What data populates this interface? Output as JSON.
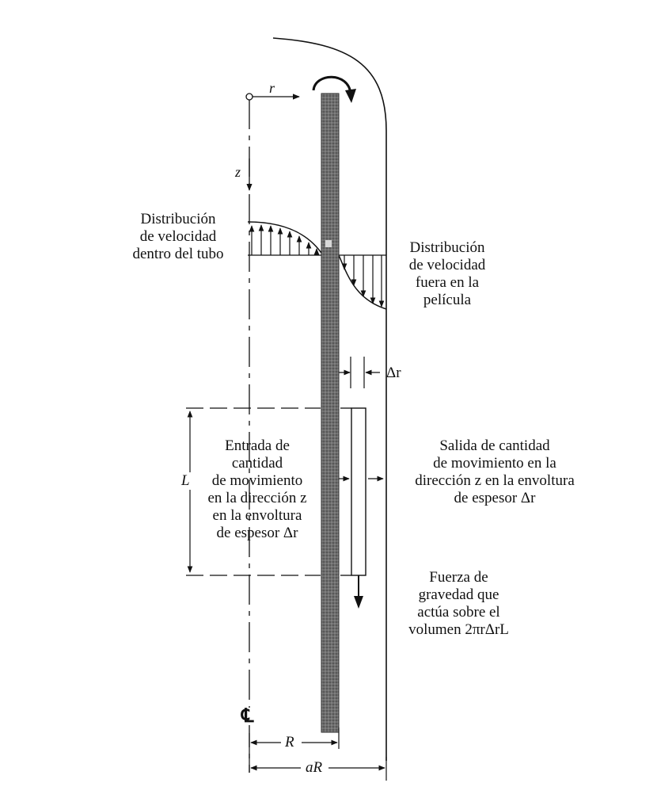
{
  "axes": {
    "r": "r",
    "z": "z"
  },
  "labels": {
    "dist_inside": [
      "Distribución",
      "de velocidad",
      "dentro del tubo"
    ],
    "dist_outside": [
      "Distribución",
      "de velocidad",
      "fuera en la",
      "película"
    ],
    "delta_r": "Δr",
    "entrada": [
      "Entrada de",
      "cantidad",
      "de movimiento",
      "en la dirección z",
      "en la envoltura",
      "de espesor Δr"
    ],
    "L": "L",
    "salida": [
      "Salida de cantidad",
      "de movimiento en la",
      "dirección z en la envoltura",
      "de espesor Δr"
    ],
    "gravedad": [
      "Fuerza de",
      "gravedad que",
      "actúa sobre el",
      "volumen 2πrΔrL"
    ],
    "centerline": "℄",
    "R": "R",
    "aR": "aR"
  }
}
